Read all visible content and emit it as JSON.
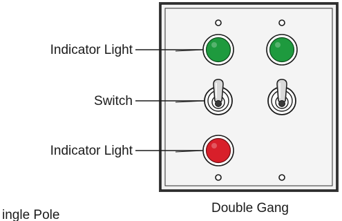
{
  "labels": {
    "indicator_top": "Indicator Light",
    "switch": "Switch",
    "indicator_bottom": "Indicator Light",
    "left_caption": "ingle Pole",
    "right_caption": "Double Gang"
  },
  "colors": {
    "plate_fill": "#f2f2f2",
    "plate_border": "#2b2b2b",
    "indicator_green": "#1e9a3e",
    "indicator_red": "#d81f2a",
    "line": "#1a1a1a"
  },
  "icons": {
    "indicator": "indicator-light-icon",
    "toggle": "toggle-switch-icon",
    "screw": "screw-hole-icon"
  }
}
